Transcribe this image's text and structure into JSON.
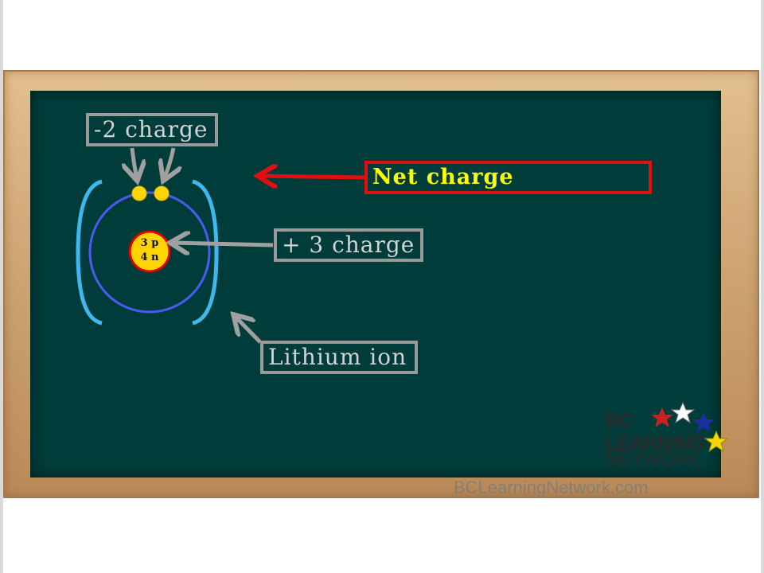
{
  "nucleus": {
    "protons": "3 p",
    "neutrons": "4 n"
  },
  "labels": {
    "electrons_charge": "-2 charge",
    "net_charge": "Net charge",
    "nucleus_charge": "+ 3 charge",
    "ion_name": "Lithium ion"
  },
  "logo": {
    "line1": "BC",
    "line2": "LEARNING",
    "line3": "NETWORK"
  },
  "watermark": "BCLearningNetwork.com",
  "colors": {
    "board": "#003d3a",
    "orbit": "#4a5cf0",
    "bracket": "#3fb8f0",
    "electron": "#ffd400",
    "nucleus_fill": "#ffd400",
    "nucleus_border": "#e00000",
    "label_border": "#9a9a9a",
    "net_border": "#e01010",
    "net_text": "#ffff00"
  }
}
